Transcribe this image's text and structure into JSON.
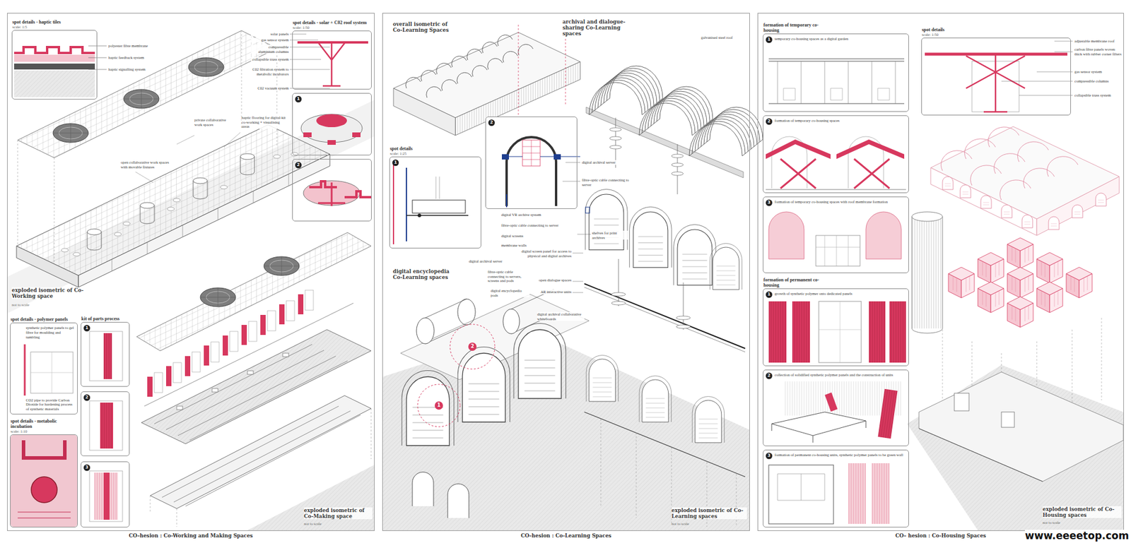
{
  "diagram": {
    "nodes": [
      {
        "text": [
          "CO–hesion : Co-Working and Making Spaces"
        ]
      },
      {
        "text": [
          "spot details - haptic tiles",
          "scale: 1:5"
        ],
        "in": 0
      },
      {
        "text": [
          "spot details - solar + C02 roof system",
          "scale: 1:50"
        ],
        "in": 0
      },
      {
        "text": [
          "1"
        ],
        "in": 0
      },
      {
        "text": [
          "2"
        ],
        "in": 0
      },
      {
        "text": [
          "spot details - polymer panels",
          "synthetic polymer panels to gel fibre for moulding and tumbling",
          "CO2 pipe to provide Carbon Dioxide for hardening process of synthetic materials"
        ],
        "in": 0
      },
      {
        "text": [
          "kit of parts process",
          "1"
        ],
        "in": 0
      },
      {
        "text": [
          "2"
        ],
        "in": 0
      },
      {
        "text": [
          "3"
        ],
        "in": 0
      },
      {
        "text": [
          "spot details - metabolic incubation",
          "scale: 1:10"
        ],
        "in": 0
      },
      {
        "text": [
          "CO–hesion : Co-Learning Spaces"
        ]
      },
      {
        "text": [
          "spot details",
          "scale: 1:25",
          "1"
        ],
        "in": 10
      },
      {
        "text": [
          "2"
        ],
        "in": 10
      },
      {
        "text": [
          "CO– hesion : Co-Housing Spaces"
        ]
      },
      {
        "text": [
          "formation of temporary co-housing",
          "1",
          "temporary co-housing spaces as a digital garden"
        ],
        "in": 13
      },
      {
        "text": [
          "2",
          "formation of temporary co-housing spaces"
        ],
        "in": 13
      },
      {
        "text": [
          "3",
          "formation of temporary co-housing spaces with roof membrane formation"
        ],
        "in": 13
      },
      {
        "text": [
          "formation of permanent co-housing",
          "1",
          "growth of synthetic polymer onto dedicated panels"
        ],
        "in": 13
      },
      {
        "text": [
          "2",
          "collection of solidified synthetic polymer panels and the construction of units"
        ],
        "in": 13
      },
      {
        "text": [
          "3",
          "formation of permanent co-housing units, synthetic polymer panels to be green wall"
        ],
        "in": 13
      },
      {
        "text": [
          "spot details",
          "scale: 1:50"
        ],
        "in": 13
      }
    ],
    "labels": [
      "polyester fibre membrane",
      "haptic feedback system",
      "haptic signalling system",
      "solar panels",
      "gas sensor system",
      "compressible aluminium columns",
      "collapsible truss system",
      "C02 filtration system to metabolic incubators",
      "C02 vacuum system",
      "private collaborative work spaces",
      "haptic flooring for digital-kit co-working + visualising areas",
      "open collaborative work spaces with movable fixtures",
      "exploded isometric of Co-Working space",
      "not to scale",
      "exploded isometric of Co-Making space",
      "not to scale",
      "overall isometric of Co-Learning Spaces",
      "archival and dialogue-sharing Co-Learning spaces",
      "galvanised steel roof",
      "digital archival server",
      "fibre-optic cable connecting to server",
      "digital VR archive system",
      "fibre-optic cable connecting to server",
      "digital screens",
      "membrane walls",
      "shelves for print archives",
      "digital screen panel for access to physical and digital archives",
      "open dialogue spaces",
      "AR interactive units",
      "digital encyclopedia Co-Learning spaces",
      "digital archival server",
      "fibre-optic cable connecting to servers, screens and pods",
      "digital encyclopedia pods",
      "digital archival collaborative whiteboards",
      "1",
      "2",
      "exploded isometric of Co-Learning spaces",
      "not to scale",
      "adjustable membrane roof",
      "carbon fibre panels woven thick with rubber corner filters",
      "gas sensor system",
      "compressible columns",
      "collapsible truss system",
      "exploded isometric of Co-Housing spaces",
      "not to scale",
      "www.eeeetop.com"
    ]
  }
}
